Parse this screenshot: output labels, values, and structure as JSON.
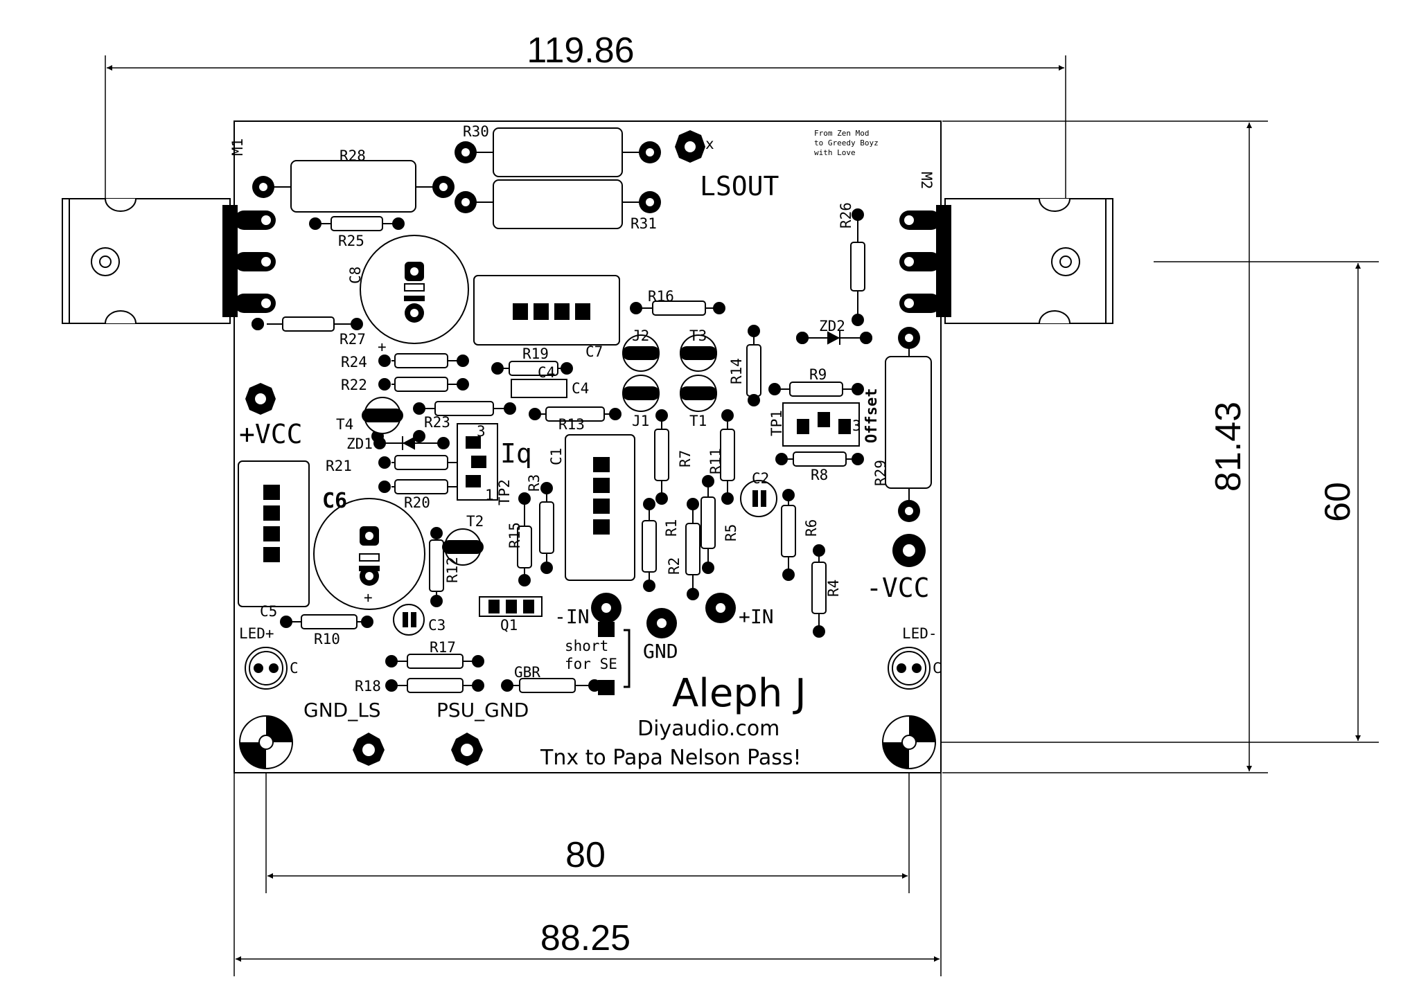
{
  "dimensions": {
    "top_width": "119.86",
    "bottom_inner": "80",
    "bottom_outer": "88.25",
    "right_tall": "81.43",
    "right_short": "60"
  },
  "board": {
    "title": "Aleph J",
    "site": "Diyaudio.com",
    "thanks": "Tnx to Papa Nelson Pass!",
    "dedication": [
      "From Zen Mod",
      "to Greedy Boyz",
      "with Love"
    ]
  },
  "terminals": {
    "lsout": "LSOUT",
    "vcc_pos": "+VCC",
    "vcc_neg": "-VCC",
    "gnd": "GND",
    "in_neg": "-IN",
    "in_pos": "+IN",
    "gnd_ls": "GND_LS",
    "psu_gnd": "PSU_GND",
    "led_pos": "LED+",
    "led_neg": "LED-",
    "short_se": [
      "short",
      "for SE"
    ],
    "iq": "Iq",
    "offset": "Offset"
  },
  "mosfets": {
    "m1": "M1",
    "m2": "M2"
  },
  "components": {
    "R28": "R28",
    "R25": "R25",
    "R27": "R27",
    "R30": "R30",
    "R31": "R31",
    "R26": "R26",
    "C8": "C8",
    "R16": "R16",
    "C7": "C7",
    "R24": "R24",
    "R22": "R22",
    "R19": "R19",
    "C4a": "C4",
    "C4b": "C4",
    "J2": "J2",
    "T3": "T3",
    "R14": "R14",
    "ZD2": "ZD2",
    "R9": "R9",
    "J1": "J1",
    "T1": "T1",
    "R23": "R23",
    "R13": "R13",
    "T4": "T4",
    "ZD1": "ZD1",
    "TP1": "TP1",
    "R21": "R21",
    "R20": "R20",
    "R8": "R8",
    "R29": "R29",
    "C6": "C6",
    "TP2": "TP2",
    "C1": "C1",
    "R3": "R3",
    "R7": "R7",
    "R11": "R11",
    "C2": "C2",
    "T2": "T2",
    "R15": "R15",
    "R1": "R1",
    "R5": "R5",
    "R6": "R6",
    "R12": "R12",
    "R2": "R2",
    "R4": "R4",
    "Q1": "Q1",
    "C5": "C5",
    "R10": "R10",
    "C3": "C3",
    "R17": "R17",
    "R18": "R18",
    "GBR": "GBR",
    "TP1_pin": "3",
    "TP2_pin3": "3",
    "TP2_pin1": "1",
    "LED_c1": "C",
    "LED_c2": "C",
    "x_mark": "x",
    "C8_plus": "+",
    "C6_plus": "+"
  }
}
